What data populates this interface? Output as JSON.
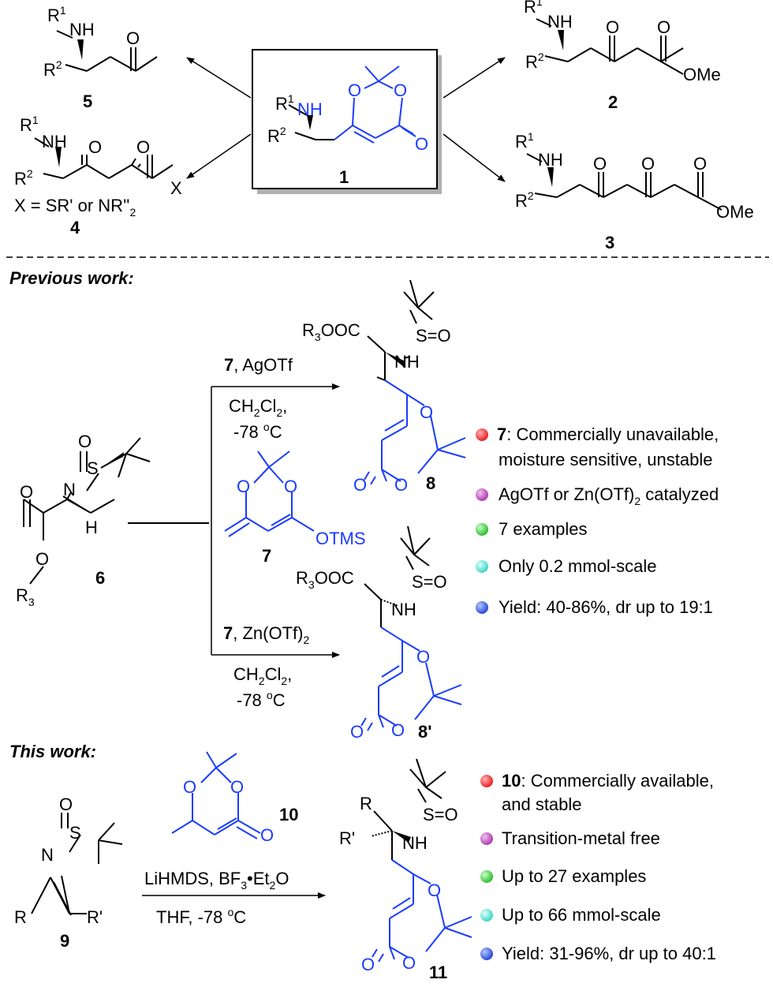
{
  "colors": {
    "blue": "#1a3cff",
    "black": "#000000",
    "frame_shadow": "#b0b0b0"
  },
  "compounds": {
    "c1": "1",
    "c2": "2",
    "c3": "3",
    "c4": "4",
    "c5": "5",
    "c6": "6",
    "c7": "7",
    "c8": "8",
    "c8p": "8'",
    "c9": "9",
    "c10": "10",
    "c11": "11"
  },
  "atoms": {
    "NH": "NH",
    "H": "H",
    "O": "O",
    "S": "S",
    "X": "X",
    "OMe": "OMe",
    "OTMS": "OTMS",
    "R1": "R",
    "R1_sup": "1",
    "R2": "R",
    "R2_sup": "2",
    "R3": "R",
    "R3_sub": "3",
    "R": "R",
    "Rp": "R'",
    "N": "N",
    "R3OOC_R": "R",
    "R3OOC_sub": "3",
    "R3OOC_tail": "OOC",
    "SO": "S=O",
    "X_def_1": "X = SR' or NR''",
    "X_def_sub": "2"
  },
  "sections": {
    "previous": "Previous work:",
    "this": "This work:"
  },
  "conditions": {
    "top_reagent_bold": "7",
    "top_reagent": ", AgOTf",
    "top_solvent_pre": "CH",
    "top_solvent_sub1": "2",
    "top_solvent_mid": "Cl",
    "top_solvent_sub2": "2",
    "top_solvent_post": ",",
    "top_temp_pre": "-78 ",
    "top_temp_sup": "o",
    "top_temp_post": "C",
    "bot_reagent_bold": "7",
    "bot_reagent": ", Zn(OTf)",
    "bot_reagent_sub": "2",
    "bot_solvent_pre": "CH",
    "bot_solvent_sub1": "2",
    "bot_solvent_mid": "Cl",
    "bot_solvent_sub2": "2",
    "bot_solvent_post": ",",
    "bot_temp_pre": "-78 ",
    "bot_temp_sup": "o",
    "bot_temp_post": "C",
    "new_reagent": "LiHMDS, BF",
    "new_reagent_sub": "3",
    "new_reagent_post": "•Et",
    "new_reagent_sub2": "2",
    "new_reagent_end": "O",
    "new_temp_pre": "THF, -78 ",
    "new_temp_sup": "o",
    "new_temp_post": "C"
  },
  "previous_notes": [
    {
      "bullet_color": "#e8242c",
      "bold": "7",
      "text_line1": ": Commercially unavailable,",
      "text_line2": "moisture sensitive, unstable"
    },
    {
      "bullet_color": "#c04ec0",
      "text_line1": "AgOTf or Zn(OTf)",
      "sub": "2",
      "tail": " catalyzed"
    },
    {
      "bullet_color": "#3cc83c",
      "text_line1": "7 examples"
    },
    {
      "bullet_color": "#40e0d0",
      "text_line1": "Only 0.2 mmol-scale"
    },
    {
      "bullet_color": "#2a4bd8",
      "text_line1": "Yield: 40-86%, dr up to 19:1"
    }
  ],
  "this_notes": [
    {
      "bullet_color": "#e8242c",
      "bold": "10",
      "text_line1": ": Commercially available,",
      "text_line2": "and stable"
    },
    {
      "bullet_color": "#c04ec0",
      "text_line1": "Transition-metal free"
    },
    {
      "bullet_color": "#3cc83c",
      "text_line1": "Up to 27 examples"
    },
    {
      "bullet_color": "#40e0d0",
      "text_line1": "Up to 66 mmol-scale"
    },
    {
      "bullet_color": "#2a4bd8",
      "text_line1": "Yield: 31-96%, dr up to 40:1"
    }
  ]
}
